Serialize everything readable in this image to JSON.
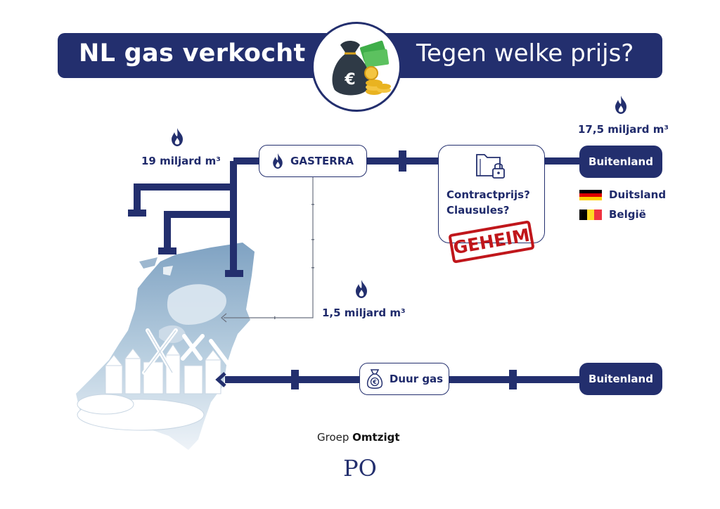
{
  "header": {
    "title_left": "NL gas verkocht",
    "title_right": "Tegen welke prijs?"
  },
  "flows": {
    "left_volume": "19 miljard m³",
    "export_volume": "17,5 miljard m³",
    "domestic_volume": "1,5 miljard m³"
  },
  "nodes": {
    "gasterra": "GASTERRA",
    "buitenland_top": "Buitenland",
    "buitenland_bottom": "Buitenland",
    "duur_gas": "Duur gas"
  },
  "contract": {
    "line1": "Contractprijs?",
    "line2": "Clausules?",
    "stamp": "GEHEIM"
  },
  "countries": [
    {
      "name": "Duitsland",
      "colors": [
        "#000000",
        "#dd0000",
        "#ffce00"
      ]
    },
    {
      "name": "België",
      "colors": [
        "#000000",
        "#fdda24",
        "#ef3340"
      ]
    }
  ],
  "footer": {
    "group_prefix": "Groep",
    "group_name": "Omtzigt",
    "logo": "PO"
  },
  "colors": {
    "navy": "#232f6e",
    "stamp_red": "#c0161b",
    "map_blue": "#a9c4da"
  }
}
